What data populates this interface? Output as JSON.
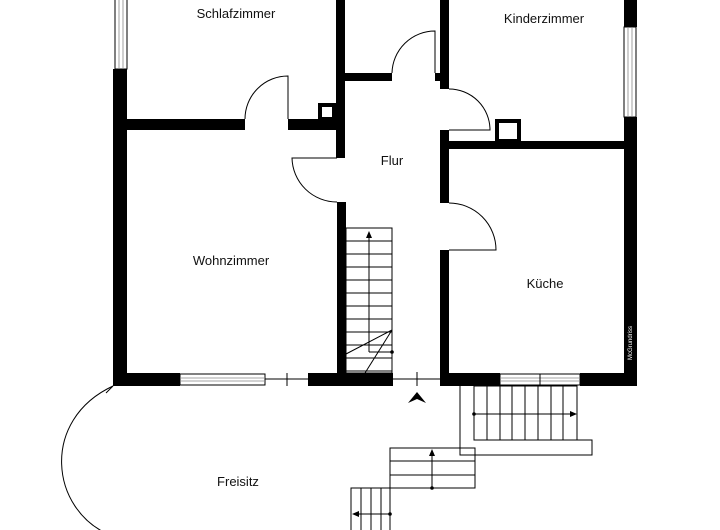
{
  "rooms": {
    "schlafzimmer": "Schlafzimmer",
    "kinderzimmer": "Kinderzimmer",
    "flur": "Flur",
    "wohnzimmer": "Wohnzimmer",
    "kueche": "Küche",
    "freisitz": "Freisitz"
  },
  "brand": "McGrundriss",
  "colors": {
    "wall": "#000000",
    "background": "#ffffff"
  }
}
